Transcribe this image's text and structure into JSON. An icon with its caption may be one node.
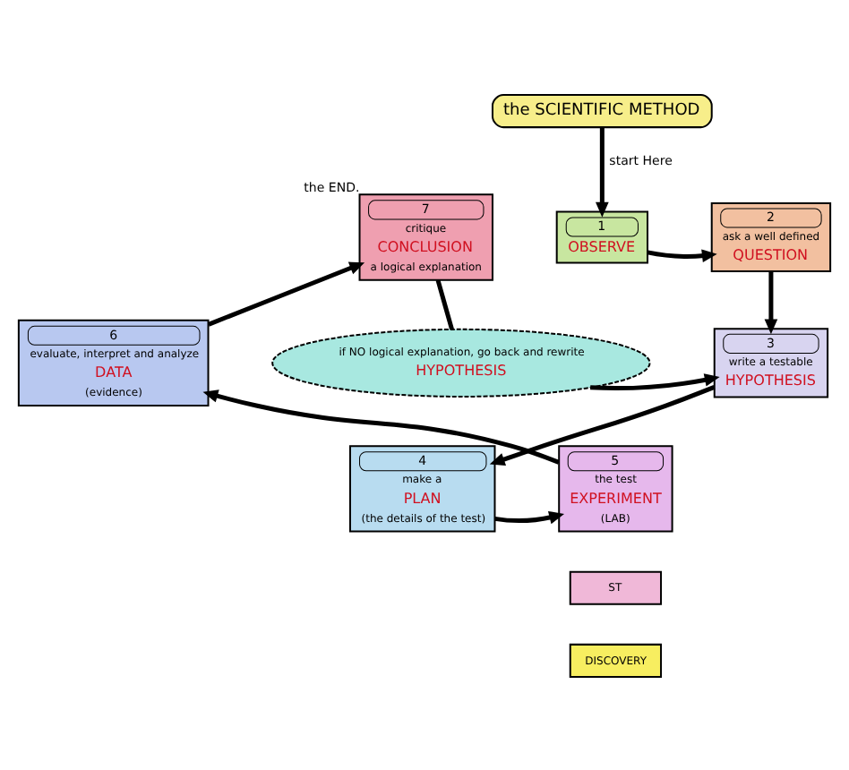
{
  "diagram": {
    "nodes": [
      {
        "text": [
          "the SCIENTIFIC METHOD"
        ]
      },
      {
        "text": [
          "1",
          "OBSERVE"
        ]
      },
      {
        "text": [
          "2",
          "ask a well defined",
          "QUESTION"
        ]
      },
      {
        "text": [
          "3",
          "write a testable",
          "HYPOTHESIS"
        ]
      },
      {
        "text": [
          "4",
          "make a",
          "PLAN",
          "(the details of the test)"
        ]
      },
      {
        "text": [
          "5",
          "the test",
          "EXPERIMENT",
          "(LAB)"
        ]
      },
      {
        "text": [
          "6",
          "evaluate, interpret and analyze",
          "DATA",
          "(evidence)"
        ]
      },
      {
        "text": [
          "7",
          "critique",
          "CONCLUSION",
          "a logical explanation"
        ],
        "beside": [
          "the END."
        ]
      },
      {
        "text": [
          "if NO logical explanation, go back and rewrite",
          "HYPOTHESIS"
        ]
      },
      {
        "text": [
          "ST"
        ]
      },
      {
        "text": [
          "DISCOVERY"
        ]
      }
    ],
    "edges": [
      {
        "from": 0,
        "to": 1,
        "arrow": "to",
        "label": "start Here"
      },
      {
        "from": 1,
        "to": 2,
        "arrow": "to"
      },
      {
        "from": 2,
        "to": 3,
        "arrow": "to"
      },
      {
        "from": 3,
        "to": 4,
        "arrow": "to"
      },
      {
        "from": 4,
        "to": 5,
        "arrow": "to"
      },
      {
        "from": 5,
        "to": 6,
        "arrow": "to"
      },
      {
        "from": 6,
        "to": 7,
        "arrow": "to"
      },
      {
        "from": 7,
        "to": 8,
        "arrow": "none"
      },
      {
        "from": 8,
        "to": 3,
        "arrow": "to"
      }
    ]
  }
}
